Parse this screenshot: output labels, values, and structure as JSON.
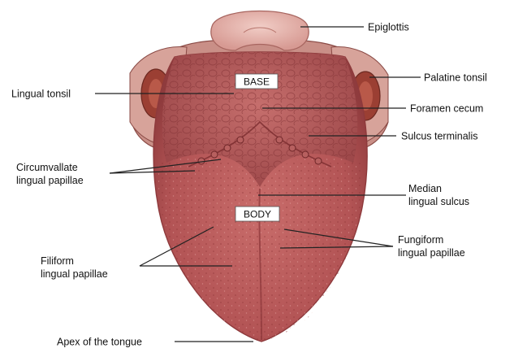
{
  "diagram": {
    "labels": {
      "epiglottis": "Epiglottis",
      "palatine_tonsil": "Palatine tonsil",
      "lingual_tonsil": "Lingual tonsil",
      "foramen_cecum": "Foramen cecum",
      "sulcus_terminalis": "Sulcus terminalis",
      "circumvallate_1": "Circumvallate",
      "circumvallate_2": "lingual papillae",
      "median_sulcus_1": "Median",
      "median_sulcus_2": "lingual sulcus",
      "fungiform_1": "Fungiform",
      "fungiform_2": "lingual papillae",
      "filiform_1": "Filiform",
      "filiform_2": "lingual papillae",
      "apex": "Apex of the tongue",
      "base": "BASE",
      "body": "BODY"
    }
  },
  "colors": {
    "tongue_body": "#b9595a",
    "tongue_base": "#a94a4c",
    "tongue_edge": "#8e3a3c",
    "epiglottis": "#e6b3ad",
    "tonsil": "#9b3f33",
    "wall": "#c98f87",
    "leader_line": "#222222"
  }
}
